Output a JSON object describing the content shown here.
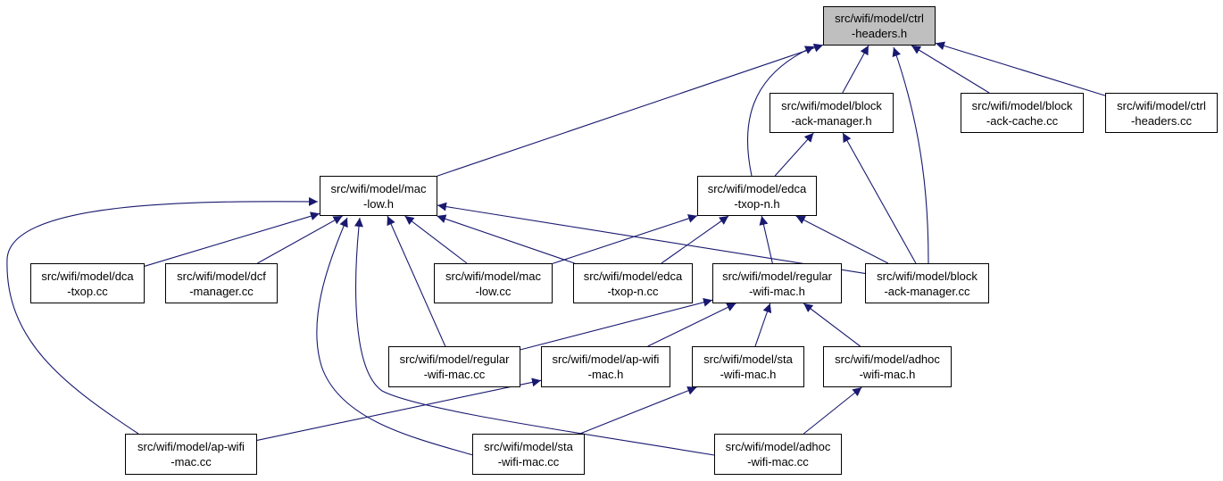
{
  "colors": {
    "edge": "#191970",
    "focus_fill": "#bfbfbf",
    "node_fill": "#ffffff",
    "border": "#000000"
  },
  "nodes": {
    "ctrl_headers_h": {
      "line1": "src/wifi/model/ctrl",
      "line2": "-headers.h"
    },
    "block_ack_manager_h": {
      "line1": "src/wifi/model/block",
      "line2": "-ack-manager.h"
    },
    "block_ack_cache_cc": {
      "line1": "src/wifi/model/block",
      "line2": "-ack-cache.cc"
    },
    "ctrl_headers_cc": {
      "line1": "src/wifi/model/ctrl",
      "line2": "-headers.cc"
    },
    "mac_low_h": {
      "line1": "src/wifi/model/mac",
      "line2": "-low.h"
    },
    "edca_txop_n_h": {
      "line1": "src/wifi/model/edca",
      "line2": "-txop-n.h"
    },
    "dca_txop_cc": {
      "line1": "src/wifi/model/dca",
      "line2": "-txop.cc"
    },
    "dcf_manager_cc": {
      "line1": "src/wifi/model/dcf",
      "line2": "-manager.cc"
    },
    "mac_low_cc": {
      "line1": "src/wifi/model/mac",
      "line2": "-low.cc"
    },
    "edca_txop_n_cc": {
      "line1": "src/wifi/model/edca",
      "line2": "-txop-n.cc"
    },
    "regular_wifi_mac_h": {
      "line1": "src/wifi/model/regular",
      "line2": "-wifi-mac.h"
    },
    "block_ack_manager_cc": {
      "line1": "src/wifi/model/block",
      "line2": "-ack-manager.cc"
    },
    "regular_wifi_mac_cc": {
      "line1": "src/wifi/model/regular",
      "line2": "-wifi-mac.cc"
    },
    "ap_wifi_mac_h": {
      "line1": "src/wifi/model/ap-wifi",
      "line2": "-mac.h"
    },
    "sta_wifi_mac_h": {
      "line1": "src/wifi/model/sta",
      "line2": "-wifi-mac.h"
    },
    "adhoc_wifi_mac_h": {
      "line1": "src/wifi/model/adhoc",
      "line2": "-wifi-mac.h"
    },
    "ap_wifi_mac_cc": {
      "line1": "src/wifi/model/ap-wifi",
      "line2": "-mac.cc"
    },
    "sta_wifi_mac_cc": {
      "line1": "src/wifi/model/sta",
      "line2": "-wifi-mac.cc"
    },
    "adhoc_wifi_mac_cc": {
      "line1": "src/wifi/model/adhoc",
      "line2": "-wifi-mac.cc"
    }
  },
  "edges": [
    {
      "from": "block_ack_manager_h",
      "to": "ctrl_headers_h"
    },
    {
      "from": "block_ack_cache_cc",
      "to": "ctrl_headers_h"
    },
    {
      "from": "ctrl_headers_cc",
      "to": "ctrl_headers_h"
    },
    {
      "from": "mac_low_h",
      "to": "ctrl_headers_h"
    },
    {
      "from": "edca_txop_n_h",
      "to": "ctrl_headers_h"
    },
    {
      "from": "block_ack_manager_cc",
      "to": "ctrl_headers_h"
    },
    {
      "from": "edca_txop_n_h",
      "to": "block_ack_manager_h"
    },
    {
      "from": "block_ack_manager_cc",
      "to": "block_ack_manager_h"
    },
    {
      "from": "dca_txop_cc",
      "to": "mac_low_h"
    },
    {
      "from": "dcf_manager_cc",
      "to": "mac_low_h"
    },
    {
      "from": "mac_low_cc",
      "to": "mac_low_h"
    },
    {
      "from": "edca_txop_n_cc",
      "to": "mac_low_h"
    },
    {
      "from": "block_ack_manager_cc",
      "to": "mac_low_h"
    },
    {
      "from": "regular_wifi_mac_cc",
      "to": "mac_low_h"
    },
    {
      "from": "ap_wifi_mac_cc",
      "to": "mac_low_h"
    },
    {
      "from": "sta_wifi_mac_cc",
      "to": "mac_low_h"
    },
    {
      "from": "adhoc_wifi_mac_cc",
      "to": "mac_low_h"
    },
    {
      "from": "mac_low_cc",
      "to": "edca_txop_n_h"
    },
    {
      "from": "edca_txop_n_cc",
      "to": "edca_txop_n_h"
    },
    {
      "from": "regular_wifi_mac_h",
      "to": "edca_txop_n_h"
    },
    {
      "from": "block_ack_manager_cc",
      "to": "edca_txop_n_h"
    },
    {
      "from": "regular_wifi_mac_cc",
      "to": "regular_wifi_mac_h"
    },
    {
      "from": "ap_wifi_mac_h",
      "to": "regular_wifi_mac_h"
    },
    {
      "from": "sta_wifi_mac_h",
      "to": "regular_wifi_mac_h"
    },
    {
      "from": "adhoc_wifi_mac_h",
      "to": "regular_wifi_mac_h"
    },
    {
      "from": "ap_wifi_mac_cc",
      "to": "ap_wifi_mac_h"
    },
    {
      "from": "sta_wifi_mac_cc",
      "to": "sta_wifi_mac_h"
    },
    {
      "from": "adhoc_wifi_mac_cc",
      "to": "adhoc_wifi_mac_h"
    }
  ]
}
